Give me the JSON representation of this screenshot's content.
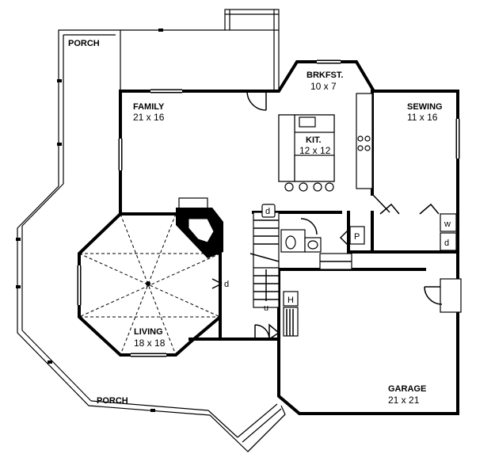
{
  "rooms": {
    "porch_top": {
      "name": "PORCH"
    },
    "porch_bottom": {
      "name": "PORCH"
    },
    "family": {
      "name": "FAMILY",
      "size": "21 x 16"
    },
    "breakfast": {
      "name": "BRKFST.",
      "size": "10 x 7"
    },
    "kitchen": {
      "name": "KIT.",
      "size": "12 x 12"
    },
    "sewing": {
      "name": "SEWING",
      "size": "11 x 16"
    },
    "living": {
      "name": "LIVING",
      "size": "18 x 18"
    },
    "garage": {
      "name": "GARAGE",
      "size": "21 x 21"
    }
  },
  "symbols": {
    "dryer_living": "d",
    "dryer_stair": "d",
    "stair_up": "u",
    "pantry": "P",
    "heater": "H",
    "washer": "w",
    "dryer_laundry": "d"
  }
}
